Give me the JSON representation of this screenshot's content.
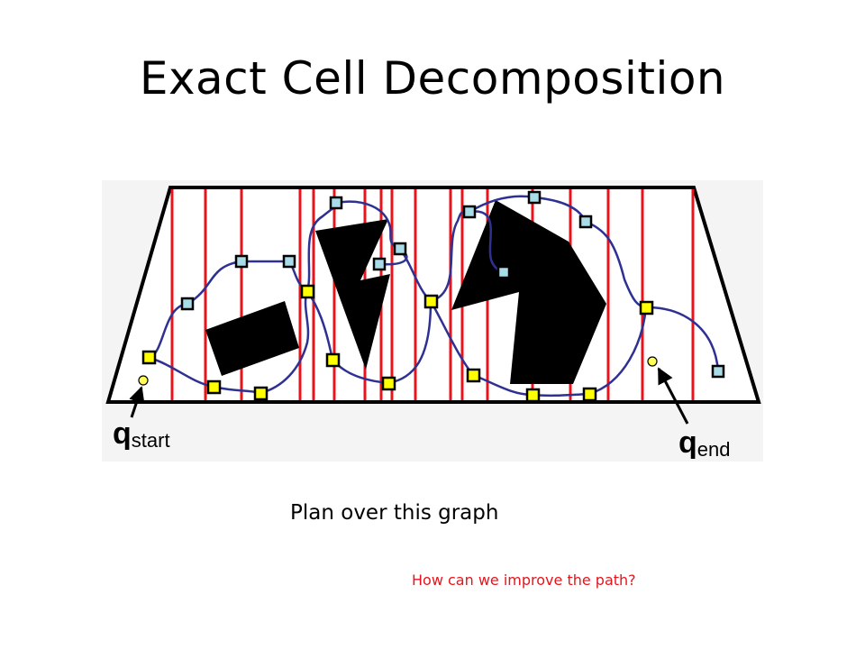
{
  "slide": {
    "title": "Exact Cell Decomposition",
    "caption": "Plan over this graph",
    "question": "How can we improve the path?"
  },
  "labels": {
    "q_start_main": "q",
    "q_start_sub": "start",
    "q_end_main": "q",
    "q_end_sub": "end"
  },
  "colors": {
    "cell_boundary": "#e8141c",
    "path": "#2e3192",
    "obstacle": "#000000",
    "cell_node": "#ffff00",
    "boundary_node": "#a8dce8",
    "start_end_point": "#ffff55",
    "question_text": "#e8141c"
  }
}
